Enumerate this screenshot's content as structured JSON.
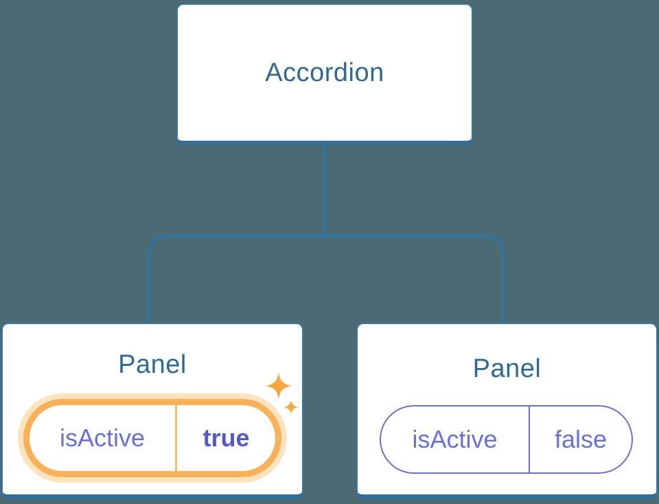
{
  "palette": {
    "background": "#4C6A73",
    "node_fill": "#FFFFFF",
    "node_border": "#3478A8",
    "node_border_bottom": "#2F6FA0",
    "node_text": "#2E6A93",
    "connector_line": "#2E74A3",
    "state_text_purple": "#6B6FDC",
    "state_value_active": "#5459D1",
    "highlight_orange": "#F8B156",
    "highlight_glow": "#FBE3BE",
    "sparkle_orange": "#F7A73E"
  },
  "tree": {
    "root": {
      "label": "Accordion"
    },
    "children": [
      {
        "label": "Panel",
        "state": {
          "key": "isActive",
          "value": "true"
        },
        "highlighted": true,
        "decoration": "sparkles-icon"
      },
      {
        "label": "Panel",
        "state": {
          "key": "isActive",
          "value": "false"
        },
        "highlighted": false
      }
    ]
  }
}
